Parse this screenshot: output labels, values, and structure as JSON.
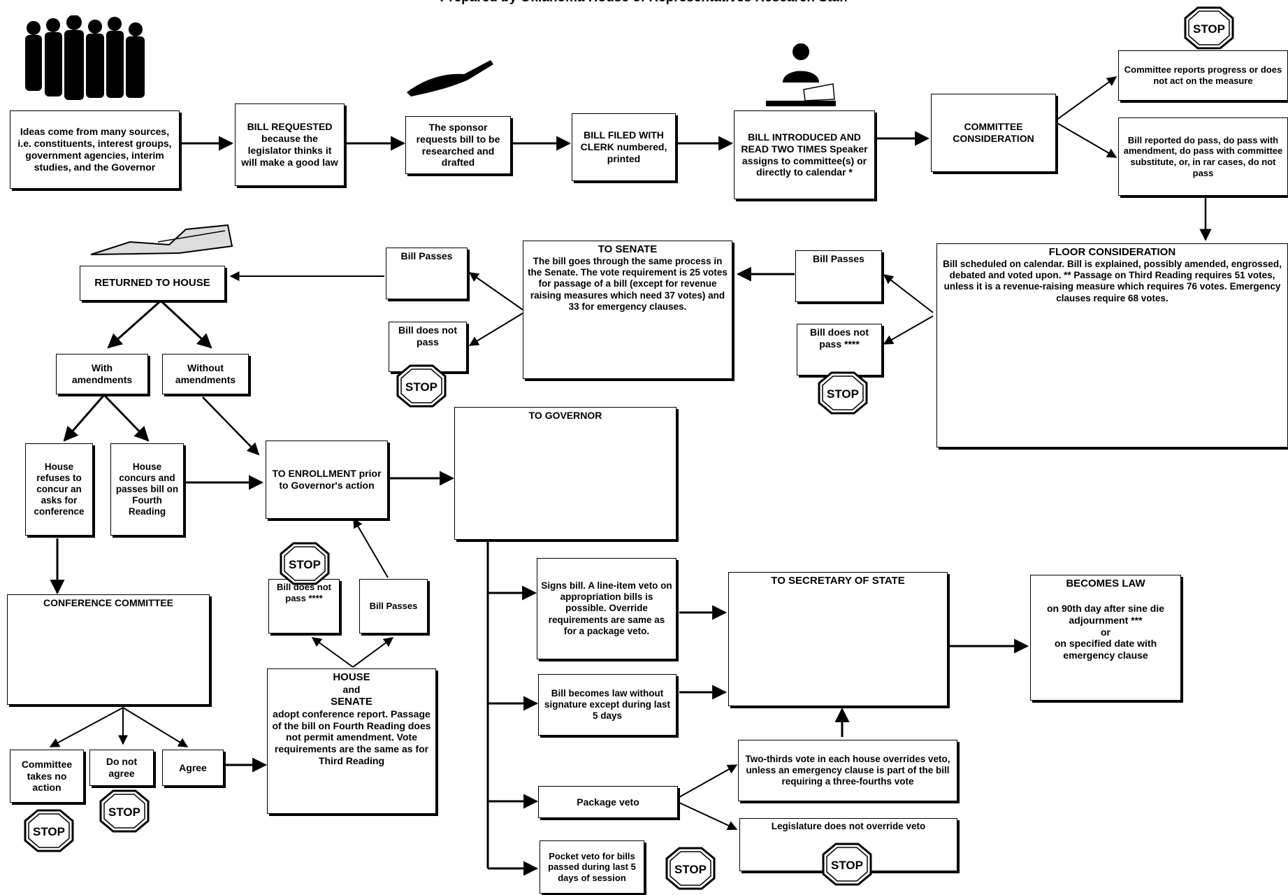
{
  "header": {
    "title": "Prepared by Oklahoma House of Representatives Research Staff"
  },
  "stop_label": "STOP",
  "boxes": {
    "ideas": "Ideas come from many sources, i.e. constituents, interest groups, government agencies, interim studies, and the Governor",
    "bill_requested": "BILL REQUESTED because the legislator thinks it will make a good law",
    "sponsor": "The sponsor requests bill to be researched and drafted",
    "bill_filed": "BILL FILED WITH CLERK numbered, printed",
    "introduced": "BILL INTRODUCED AND READ TWO TIMES Speaker assigns to committee(s) or directly to calendar *",
    "committee": "COMMITTEE CONSIDERATION",
    "committee_progress": "Committee reports progress or does not act on the measure",
    "bill_reported": "Bill reported do pass, do pass with amendment, do pass with committee substitute, or, in rar cases, do not pass",
    "floor_title": "FLOOR CONSIDERATION",
    "floor_text": "Bill scheduled on calendar.  Bill is explained, possibly amended, engrossed, debated and voted upon. **  Passage on Third Reading requires 51 votes, unless it is a revenue-raising measure which requires 76 votes.  Emergency clauses require 68 votes.",
    "bill_passes_house": "Bill Passes",
    "bill_not_pass_house": "Bill does not pass ****",
    "senate_title": "TO SENATE",
    "senate_text": "The bill goes through the same process in the Senate. The vote requirement is 25 votes for passage of a bill (except for revenue raising measures which need 37 votes) and 33 for emergency clauses.",
    "bill_passes_senate": "Bill Passes",
    "bill_not_pass_senate": "Bill does not pass",
    "returned": "RETURNED TO HOUSE",
    "with_amend": "With amendments",
    "without_amend": "Without amendments",
    "refuses": "House refuses to concur an asks for conference",
    "concurs": "House concurs and passes bill on Fourth Reading",
    "enrollment": "TO ENROLLMENT prior to Governor's action",
    "governor": "TO GOVERNOR",
    "conference": "CONFERENCE COMMITTEE",
    "committee_no_action": "Committee takes no action",
    "do_not_agree": "Do not agree",
    "agree": "Agree",
    "conf_not_pass": "Bill does not pass ****",
    "conf_passes": "Bill Passes",
    "house_senate_title_1": "HOUSE",
    "house_senate_title_2": "and",
    "house_senate_title_3": "SENATE",
    "house_senate_text": "adopt conference report. Passage of the bill on Fourth Reading does not permit amendment.  Vote requirements are the same as for Third Reading",
    "signs": "Signs bill.  A line-item veto on appropriation bills is possible. Override requirements are same as for a package veto.",
    "becomes_without": "Bill becomes law without signature except during last 5 days",
    "package_veto": "Package veto",
    "pocket_veto": "Pocket veto for bills passed during last 5 days of session",
    "secretary": "TO SECRETARY OF STATE",
    "two_thirds": "Two-thirds vote in each house overrides veto, unless an emergency clause is part of the bill requiring a three-fourths vote",
    "not_override": "Legislature does not override veto",
    "becomes_law_title": "BECOMES LAW",
    "becomes_law_1": "on 90th day after sine die adjournment ***",
    "becomes_law_2": "or",
    "becomes_law_3": "on specified date with emergency clause"
  }
}
